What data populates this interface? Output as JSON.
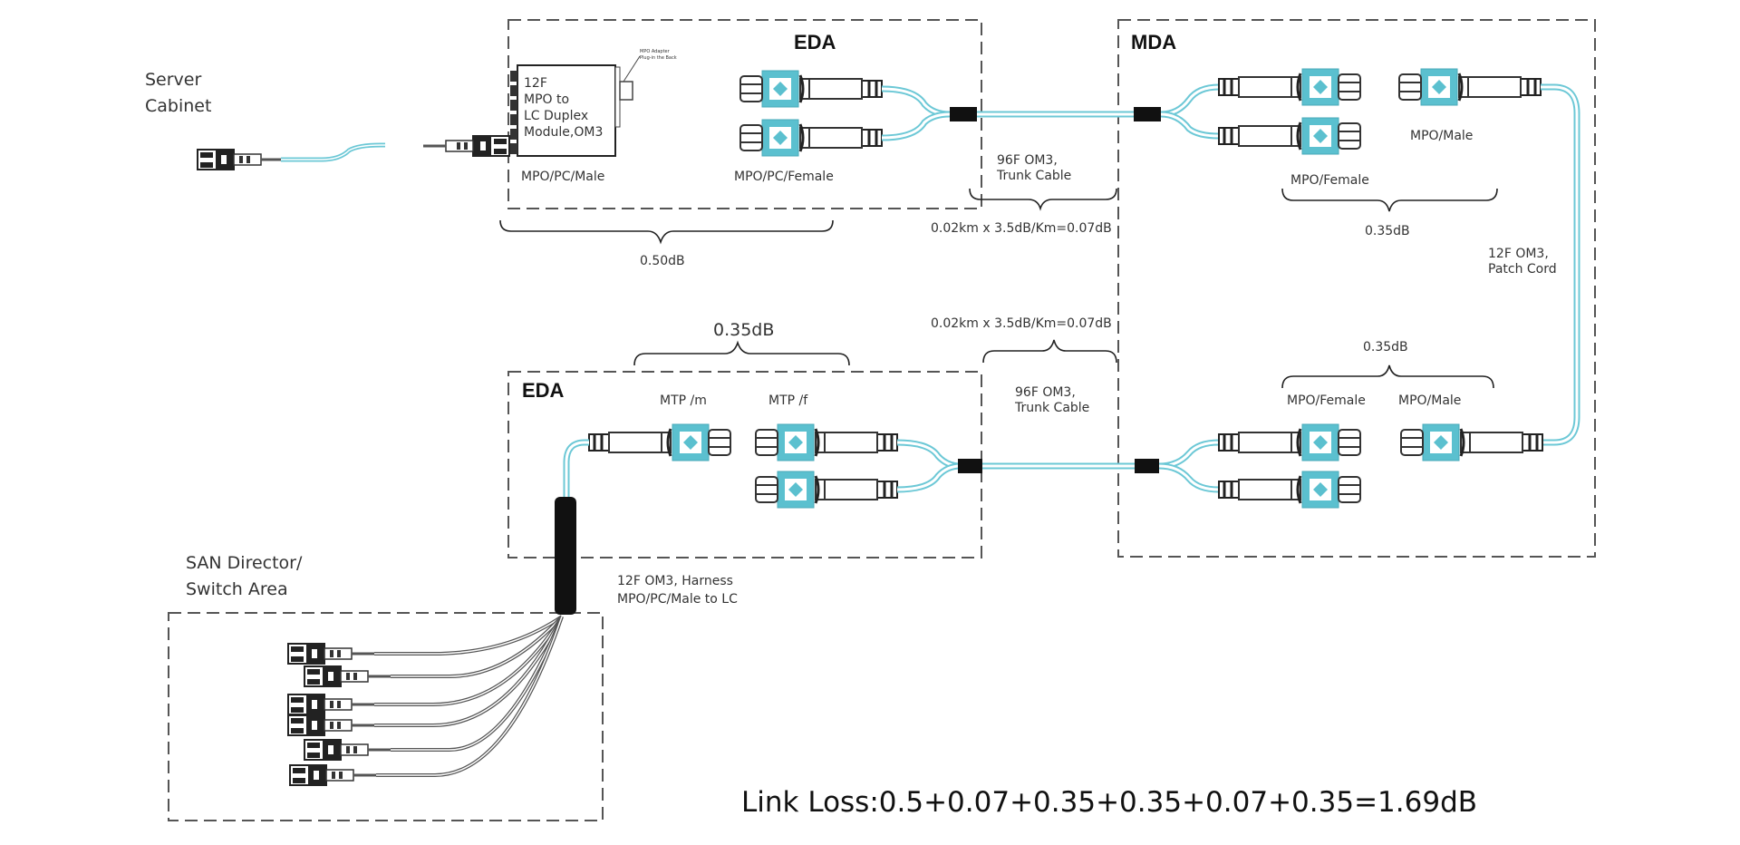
{
  "title": "Fiber link loss budget diagram",
  "colors": {
    "fiber": "#6cc8d6",
    "adapter": "#5bc0cf",
    "box_border": "#555555",
    "text": "#333333"
  },
  "areas": {
    "server_cabinet": {
      "line1": "Server",
      "line2": "Cabinet"
    },
    "eda_top": "EDA",
    "mda": "MDA",
    "eda_bottom": "EDA",
    "san": {
      "line1": "SAN Director/",
      "line2": "Switch Area"
    }
  },
  "module": {
    "lines": [
      "12F",
      "MPO to",
      "LC Duplex",
      "Module,OM3"
    ],
    "callout": [
      "MPO Adapter",
      "Plug-in the Back"
    ]
  },
  "labels": {
    "eda_top_mpo_male": "MPO/PC/Male",
    "eda_top_mpo_female": "MPO/PC/Female",
    "trunk_top": [
      "96F OM3,",
      "Trunk Cable"
    ],
    "trunk_top_loss": "0.02km x 3.5dB/Km=0.07dB",
    "eda_top_loss": "0.50dB",
    "mda_top_mpo_female": "MPO/Female",
    "mda_top_mpo_male": "MPO/Male",
    "mda_top_loss": "0.35dB",
    "patch_cord": [
      "12F OM3,",
      "Patch Cord"
    ],
    "eda_bottom_loss": "0.35dB",
    "eda_bottom_mtp_m": "MTP /m",
    "eda_bottom_mtp_f": "MTP /f",
    "trunk_bottom_loss": "0.02km x 3.5dB/Km=0.07dB",
    "trunk_bottom": [
      "96F OM3,",
      "Trunk Cable"
    ],
    "mda_bottom_loss": "0.35dB",
    "mda_bottom_mpo_female": "MPO/Female",
    "mda_bottom_mpo_male": "MPO/Male",
    "harness": [
      "12F OM3, Harness",
      "MPO/PC/Male to LC"
    ]
  },
  "link_loss": {
    "text": "Link Loss:0.5+0.07+0.35+0.35+0.07+0.35=1.69dB",
    "components_db": [
      0.5,
      0.07,
      0.35,
      0.35,
      0.07,
      0.35
    ],
    "total_db": 1.69
  },
  "san_connectors": 6
}
